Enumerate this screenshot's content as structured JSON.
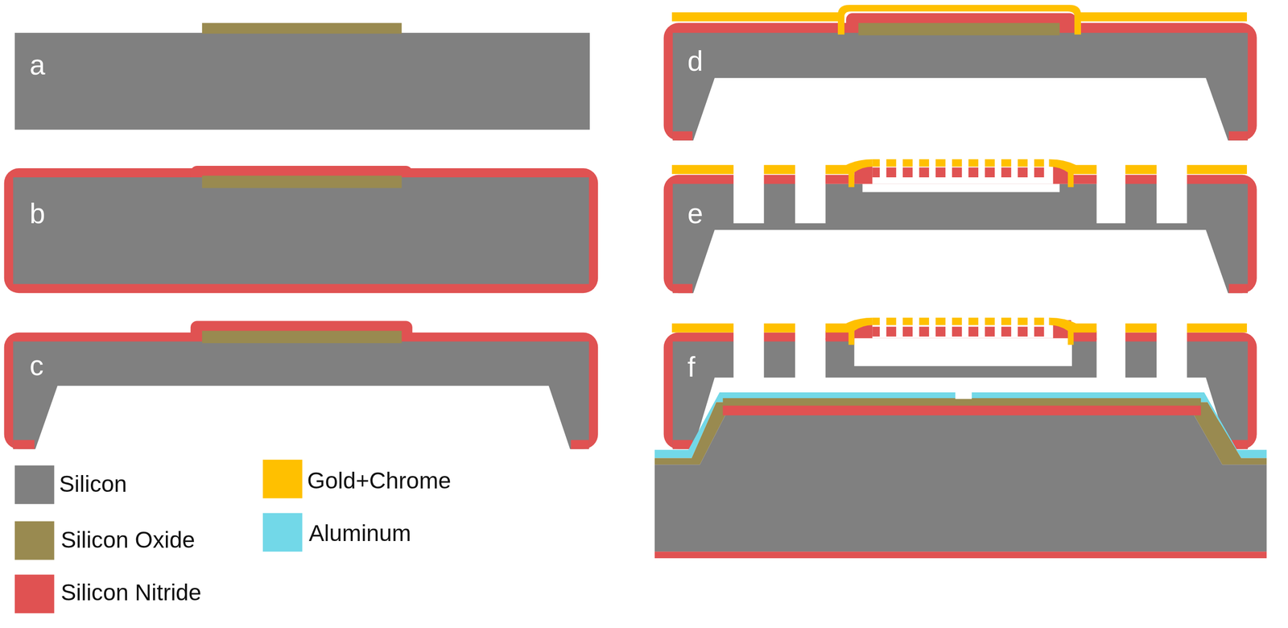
{
  "diagram": {
    "labels": [
      "a",
      "b",
      "c",
      "d",
      "e",
      "f"
    ],
    "legend": [
      {
        "text": "Silicon",
        "color": "#808080"
      },
      {
        "text": "Silicon Oxide",
        "color": "#998a50"
      },
      {
        "text": "Silicon Nitride",
        "color": "#e05252"
      },
      {
        "text": "Gold+Chrome",
        "color": "#ffc000"
      },
      {
        "text": "Aluminum",
        "color": "#72d8e8"
      }
    ]
  }
}
